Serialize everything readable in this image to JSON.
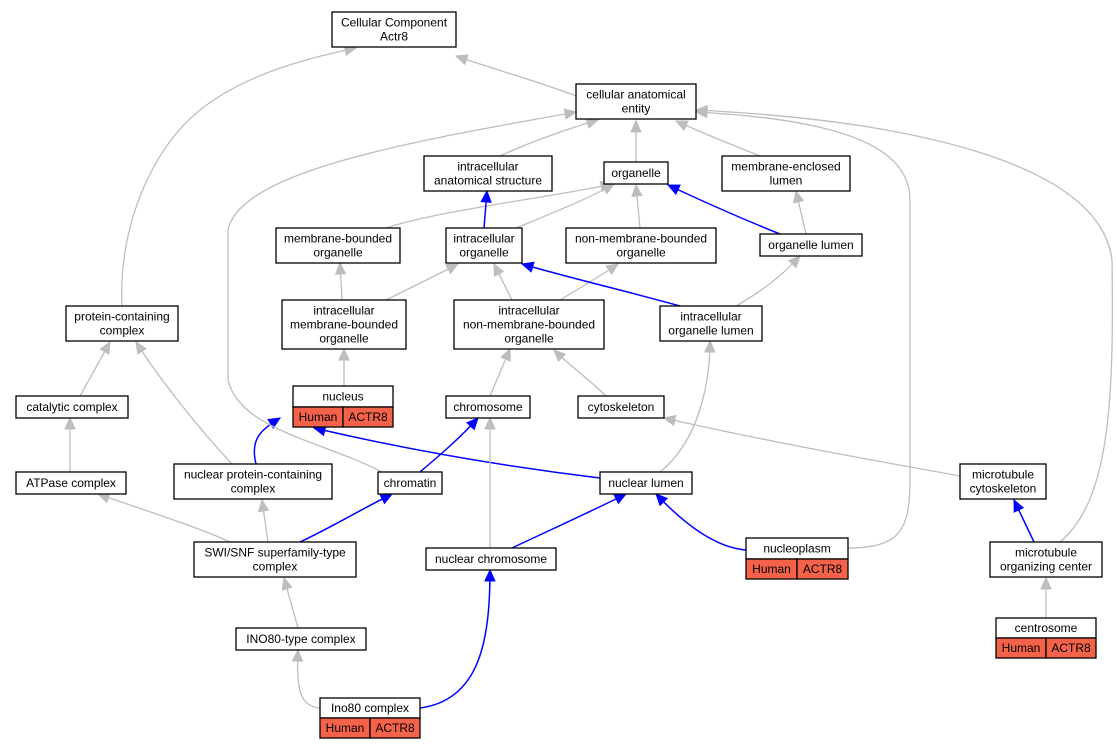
{
  "nodes": {
    "cellular_component": [
      "Cellular Component",
      "Actr8"
    ],
    "cellular_anatomical_entity": [
      "cellular anatomical",
      "entity"
    ],
    "intracellular_anatomical_structure": [
      "intracellular",
      "anatomical structure"
    ],
    "organelle": [
      "organelle"
    ],
    "membrane_enclosed_lumen": [
      "membrane-enclosed",
      "lumen"
    ],
    "membrane_bounded_organelle": [
      "membrane-bounded",
      "organelle"
    ],
    "intracellular_organelle": [
      "intracellular",
      "organelle"
    ],
    "non_membrane_bounded_organelle": [
      "non-membrane-bounded",
      "organelle"
    ],
    "organelle_lumen": [
      "organelle lumen"
    ],
    "protein_containing_complex": [
      "protein-containing",
      "complex"
    ],
    "intracellular_membrane_bounded_organelle": [
      "intracellular",
      "membrane-bounded",
      "organelle"
    ],
    "intracellular_non_membrane_bounded_organelle": [
      "intracellular",
      "non-membrane-bounded",
      "organelle"
    ],
    "intracellular_organelle_lumen": [
      "intracellular",
      "organelle lumen"
    ],
    "nucleus": [
      "nucleus"
    ],
    "catalytic_complex": [
      "catalytic complex"
    ],
    "chromosome": [
      "chromosome"
    ],
    "cytoskeleton": [
      "cytoskeleton"
    ],
    "atpase_complex": [
      "ATPase complex"
    ],
    "nuclear_protein_containing_complex": [
      "nuclear protein-containing",
      "complex"
    ],
    "chromatin": [
      "chromatin"
    ],
    "nuclear_lumen": [
      "nuclear lumen"
    ],
    "microtubule_cytoskeleton": [
      "microtubule",
      "cytoskeleton"
    ],
    "swi_snf_complex": [
      "SWI/SNF superfamily-type",
      "complex"
    ],
    "nuclear_chromosome": [
      "nuclear chromosome"
    ],
    "nucleoplasm": [
      "nucleoplasm"
    ],
    "microtubule_organizing_center": [
      "microtubule",
      "organizing center"
    ],
    "ino80_type_complex": [
      "INO80-type complex"
    ],
    "centrosome": [
      "centrosome"
    ],
    "ino80_complex": [
      "Ino80 complex"
    ]
  },
  "annotations": {
    "species": "Human",
    "gene": "ACTR8",
    "annotated_nodes": [
      "nucleus",
      "nucleoplasm",
      "centrosome",
      "ino80_complex"
    ]
  },
  "edge_colors": {
    "is_a": "#bdbdbd",
    "part_of": "#0000ff",
    "annotation_fill": "#f4624a"
  }
}
